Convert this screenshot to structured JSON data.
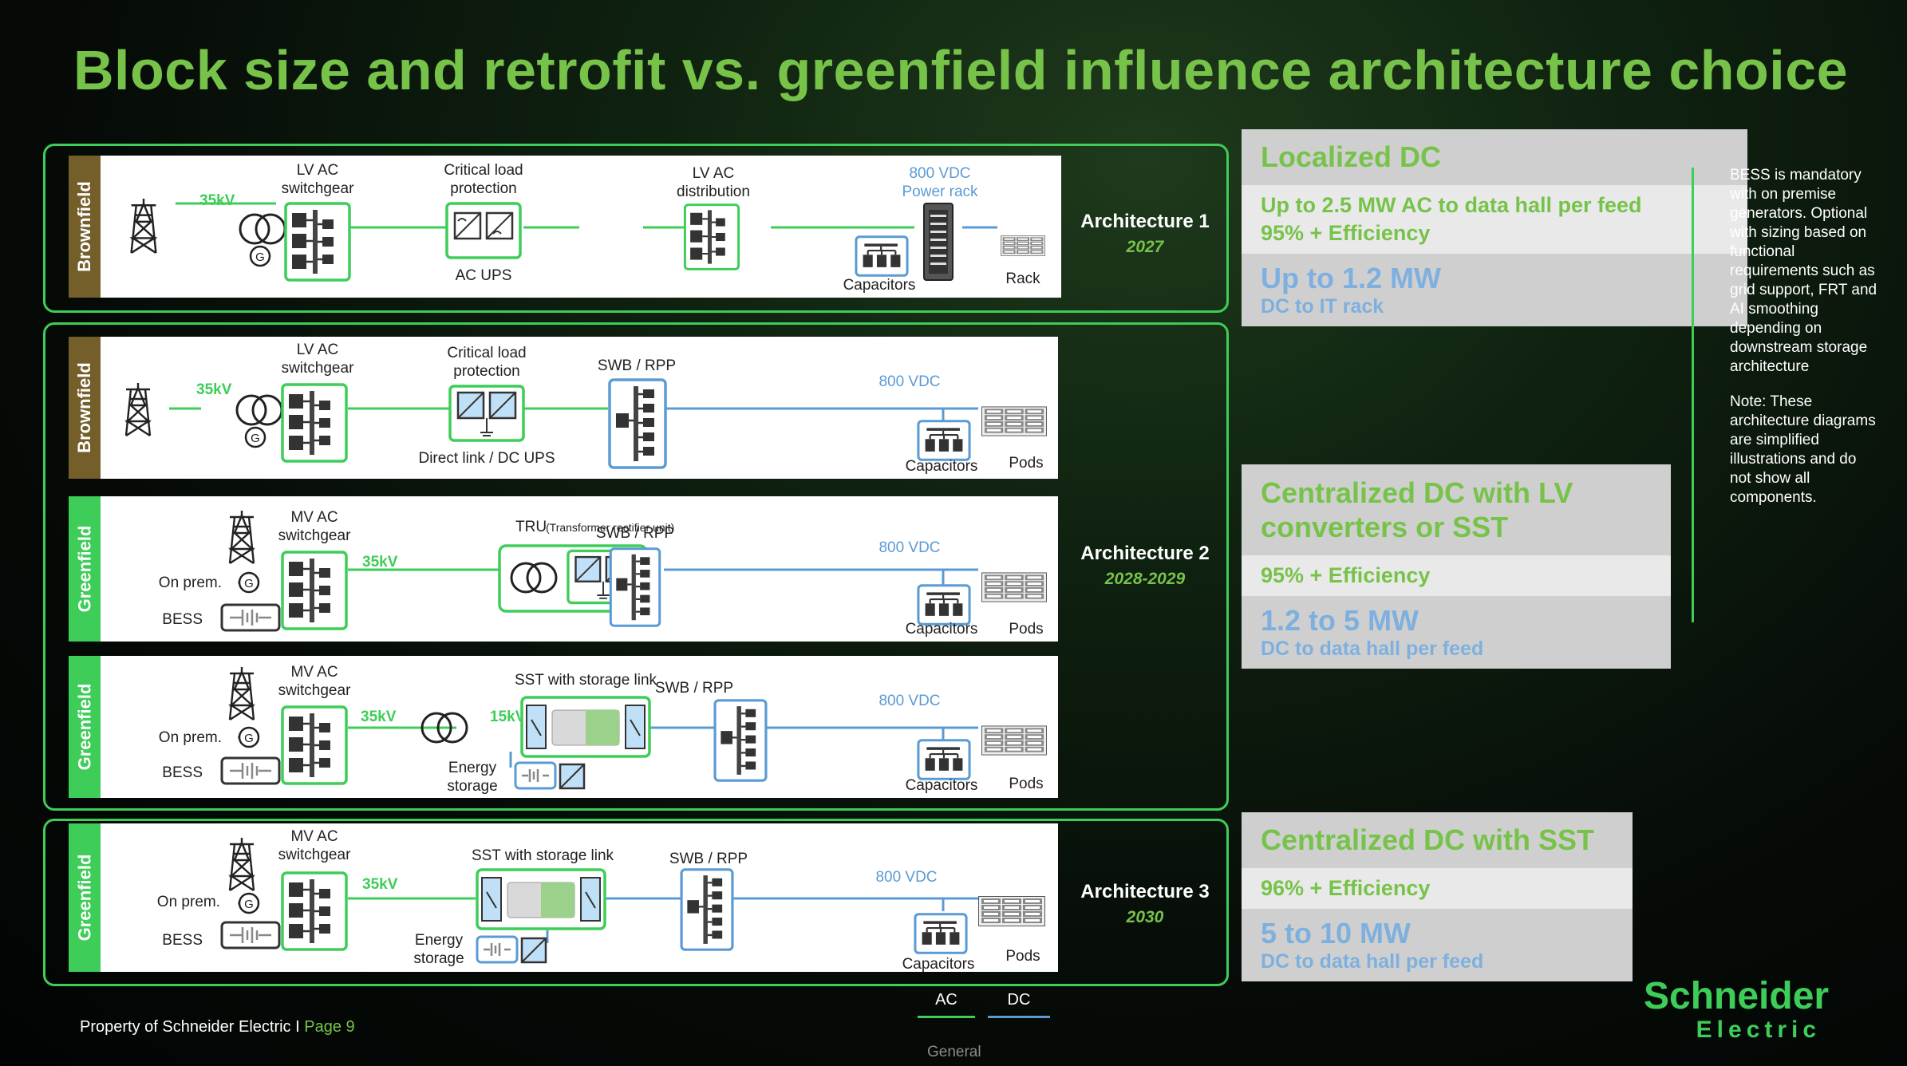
{
  "title": "Block size and retrofit vs. greenfield influence architecture choice",
  "colors": {
    "green": "#3dcd58",
    "title_green": "#77c34a",
    "ac_line": "#3dcd58",
    "dc_line": "#5b9bd5",
    "card_gray": "#cfcfcf"
  },
  "rows": {
    "r1": {
      "tab": "Brownfield",
      "kv": "35kV",
      "sw": "LV AC switchgear",
      "sw1": "LV AC",
      "sw2": "switchgear",
      "ups1": "Critical load",
      "ups2": "protection",
      "ups_bottom": "AC UPS",
      "dist1": "LV AC",
      "dist2": "distribution",
      "dc1": "800 VDC",
      "dc2": "Power rack",
      "cap": "Capacitors",
      "load": "Rack"
    },
    "r2": {
      "tab": "Brownfield",
      "kv": "35kV",
      "sw1": "LV AC",
      "sw2": "switchgear",
      "ups1": "Critical load",
      "ups2": "protection",
      "ups_bottom": "Direct link / DC UPS",
      "swb": "SWB / RPP",
      "dc": "800 VDC",
      "cap": "Capacitors",
      "load": "Pods"
    },
    "r3": {
      "tab": "Greenfield",
      "sw1": "MV AC",
      "sw2": "switchgear",
      "onprem": "On prem.",
      "bess": "BESS",
      "kv": "35kV",
      "tru": "TRU",
      "tru_sub": "(Transformer rectifier unit)",
      "swb": "SWB / RPP",
      "dc": "800 VDC",
      "cap": "Capacitors",
      "load": "Pods"
    },
    "r4": {
      "tab": "Greenfield",
      "sw1": "MV AC",
      "sw2": "switchgear",
      "onprem": "On prem.",
      "bess": "BESS",
      "kv": "35kV",
      "kv2": "15kV",
      "sst": "SST with storage link",
      "es1": "Energy",
      "es2": "storage",
      "swb": "SWB / RPP",
      "dc": "800 VDC",
      "cap": "Capacitors",
      "load": "Pods"
    },
    "r5": {
      "tab": "Greenfield",
      "sw1": "MV AC",
      "sw2": "switchgear",
      "onprem": "On prem.",
      "bess": "BESS",
      "kv": "35kV",
      "sst": "SST with storage link",
      "es1": "Energy",
      "es2": "storage",
      "swb": "SWB / RPP",
      "dc": "800 VDC",
      "cap": "Capacitors",
      "load": "Pods"
    }
  },
  "architectures": [
    {
      "name": "Architecture 1",
      "year": "2027"
    },
    {
      "name": "Architecture 2",
      "year": "2028-2029"
    },
    {
      "name": "Architecture 3",
      "year": "2030"
    }
  ],
  "cards": [
    {
      "heading": "Localized DC",
      "efficiency1": "Up to 2.5 MW AC to data hall per feed",
      "efficiency2": "95% + Efficiency",
      "big": "Up to 1.2 MW",
      "sub": "DC to IT rack"
    },
    {
      "heading": "Centralized DC with LV converters or SST",
      "efficiency": "95% + Efficiency",
      "big": "1.2 to 5 MW",
      "sub": "DC to data hall per feed"
    },
    {
      "heading": "Centralized DC with SST",
      "efficiency": "96% + Efficiency",
      "big": "5 to 10 MW",
      "sub": "DC to data hall per feed"
    }
  ],
  "side_note": {
    "p1": "BESS is mandatory with on premise generators. Optional with sizing based on functional requirements such as grid support, FRT and AI smoothing depending on downstream storage architecture",
    "p2": "Note: These architecture diagrams are simplified illustrations and do not show all components."
  },
  "legend": {
    "ac": "AC",
    "dc": "DC"
  },
  "footer": {
    "text": "Property of Schneider Electric I ",
    "page": "Page 9"
  },
  "general": "General",
  "logo": {
    "line1": "Schneider",
    "line2": "Electric"
  }
}
